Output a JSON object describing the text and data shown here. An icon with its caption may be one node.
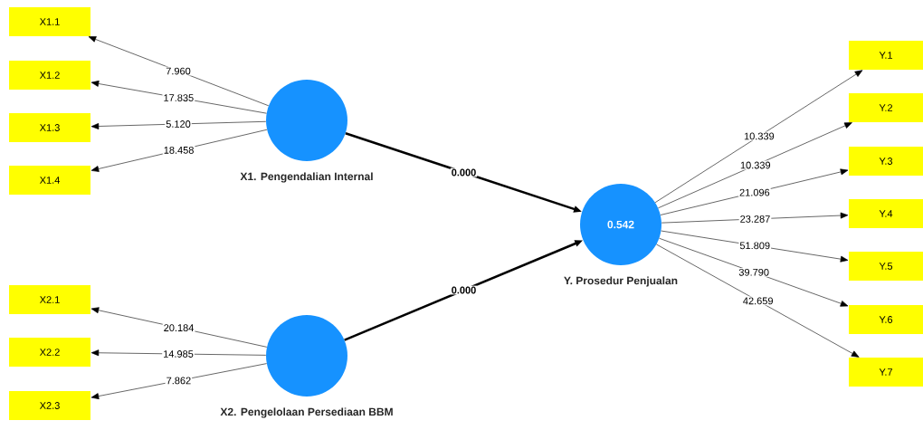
{
  "diagram": {
    "nodes": [
      {
        "text": [
          "X1.1"
        ]
      },
      {
        "text": [
          "X1.2"
        ]
      },
      {
        "text": [
          "X1.3"
        ]
      },
      {
        "text": [
          "X1.4"
        ]
      },
      {
        "text": [
          "X1. Pengendalian Internal"
        ]
      },
      {
        "text": [
          "X2.1"
        ]
      },
      {
        "text": [
          "X2.2"
        ]
      },
      {
        "text": [
          "X2.3"
        ]
      },
      {
        "text": [
          "X2. Pengelolaan Persediaan BBM"
        ]
      },
      {
        "text": [
          "0.542",
          "Y. Prosedur Penjualan"
        ]
      },
      {
        "text": [
          "Y.1"
        ]
      },
      {
        "text": [
          "Y.2"
        ]
      },
      {
        "text": [
          "Y.3"
        ]
      },
      {
        "text": [
          "Y.4"
        ]
      },
      {
        "text": [
          "Y.5"
        ]
      },
      {
        "text": [
          "Y.6"
        ]
      },
      {
        "text": [
          "Y.7"
        ]
      }
    ],
    "edges": [
      {
        "from": 4,
        "to": 0,
        "arrow": "to",
        "label": "7.960"
      },
      {
        "from": 4,
        "to": 1,
        "arrow": "to",
        "label": "17.835"
      },
      {
        "from": 4,
        "to": 2,
        "arrow": "to",
        "label": "5.120"
      },
      {
        "from": 4,
        "to": 3,
        "arrow": "to",
        "label": "18.458"
      },
      {
        "from": 8,
        "to": 5,
        "arrow": "to",
        "label": "20.184"
      },
      {
        "from": 8,
        "to": 6,
        "arrow": "to",
        "label": "14.985"
      },
      {
        "from": 8,
        "to": 7,
        "arrow": "to",
        "label": "7.862"
      },
      {
        "from": 4,
        "to": 9,
        "arrow": "to",
        "label": "0.000",
        "style": "thick"
      },
      {
        "from": 8,
        "to": 9,
        "arrow": "to",
        "label": "0.000",
        "style": "thick"
      },
      {
        "from": 9,
        "to": 10,
        "arrow": "to",
        "label": "10.339"
      },
      {
        "from": 9,
        "to": 11,
        "arrow": "to",
        "label": "10.339"
      },
      {
        "from": 9,
        "to": 12,
        "arrow": "to",
        "label": "21.096"
      },
      {
        "from": 9,
        "to": 13,
        "arrow": "to",
        "label": "23.287"
      },
      {
        "from": 9,
        "to": 14,
        "arrow": "to",
        "label": "51.809"
      },
      {
        "from": 9,
        "to": 15,
        "arrow": "to",
        "label": "39.790"
      },
      {
        "from": 9,
        "to": 16,
        "arrow": "to",
        "label": "42.659"
      }
    ]
  }
}
